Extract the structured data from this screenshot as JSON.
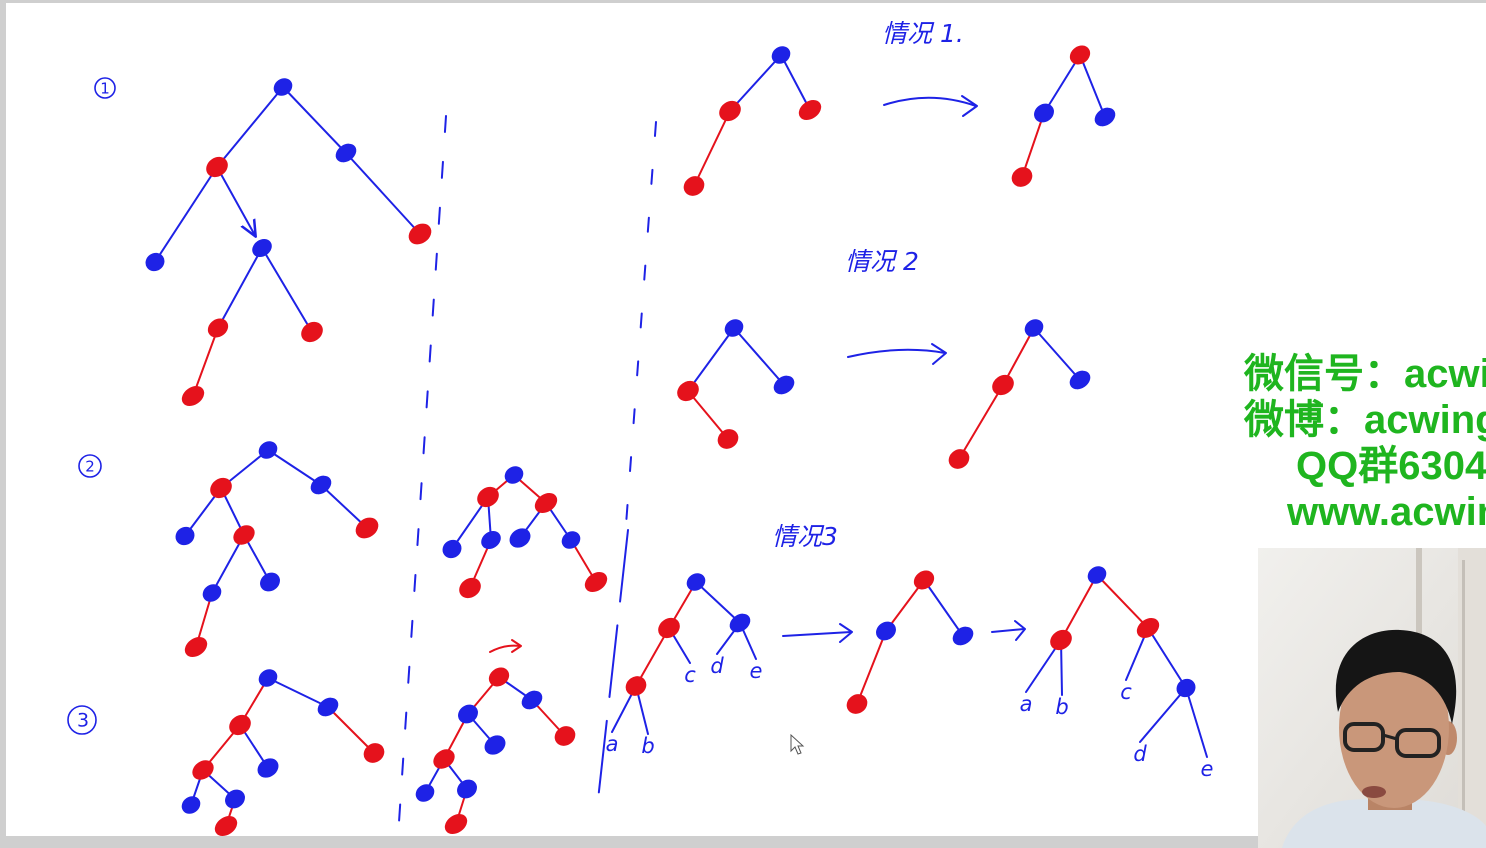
{
  "ink_colors": {
    "red": "#e5121c",
    "blue": "#1e22e6"
  },
  "section_marks": [
    {
      "number": "1"
    },
    {
      "number": "2"
    },
    {
      "number": "3"
    }
  ],
  "case_labels": [
    "情况 1.",
    "情况 2",
    "情况3"
  ],
  "watermark": {
    "color": "#1fb51f",
    "wechat": "微信号：acwi",
    "weibo": "微博：acwing",
    "qq": "QQ群6304",
    "website": "www.acwin"
  },
  "trees": [
    {
      "name": "example-1-before",
      "nodes": [
        {
          "id": "n1",
          "color": "blue"
        },
        {
          "id": "n2",
          "color": "red"
        },
        {
          "id": "n3",
          "color": "blue"
        },
        {
          "id": "n4",
          "color": "blue"
        },
        {
          "id": "n5",
          "color": "blue"
        },
        {
          "id": "n6",
          "color": "red"
        },
        {
          "id": "n7",
          "color": "red"
        },
        {
          "id": "n8",
          "color": "red"
        },
        {
          "id": "n9",
          "color": "red"
        }
      ],
      "edges": [
        {
          "from": "n1",
          "to": "n2",
          "color": "blue"
        },
        {
          "from": "n1",
          "to": "n3",
          "color": "blue"
        },
        {
          "from": "n2",
          "to": "n4",
          "color": "blue"
        },
        {
          "from": "n2",
          "to": "n5",
          "color": "blue",
          "arrow": true
        },
        {
          "from": "n3",
          "to": "n6",
          "color": "blue"
        },
        {
          "from": "n5",
          "to": "n7",
          "color": "blue"
        },
        {
          "from": "n5",
          "to": "n8",
          "color": "blue"
        },
        {
          "from": "n7",
          "to": "n9",
          "color": "red"
        }
      ]
    },
    {
      "name": "example-2-before",
      "nodes": [
        {
          "id": "n1",
          "color": "blue"
        },
        {
          "id": "n2",
          "color": "red"
        },
        {
          "id": "n3",
          "color": "blue"
        },
        {
          "id": "n4",
          "color": "blue"
        },
        {
          "id": "n5",
          "color": "red"
        },
        {
          "id": "n6",
          "color": "red"
        },
        {
          "id": "n7",
          "color": "blue"
        },
        {
          "id": "n8",
          "color": "blue"
        },
        {
          "id": "n9",
          "color": "red"
        }
      ],
      "edges": [
        {
          "from": "n1",
          "to": "n2",
          "color": "blue"
        },
        {
          "from": "n1",
          "to": "n3",
          "color": "blue"
        },
        {
          "from": "n2",
          "to": "n4",
          "color": "blue"
        },
        {
          "from": "n2",
          "to": "n5",
          "color": "blue"
        },
        {
          "from": "n3",
          "to": "n6",
          "color": "blue"
        },
        {
          "from": "n5",
          "to": "n7",
          "color": "blue"
        },
        {
          "from": "n5",
          "to": "n8",
          "color": "blue"
        },
        {
          "from": "n7",
          "to": "n9",
          "color": "red"
        }
      ]
    },
    {
      "name": "example-2-after",
      "nodes": [
        {
          "id": "n1",
          "color": "blue"
        },
        {
          "id": "n2",
          "color": "red"
        },
        {
          "id": "n3",
          "color": "red"
        },
        {
          "id": "n4",
          "color": "blue"
        },
        {
          "id": "n5",
          "color": "blue"
        },
        {
          "id": "n6",
          "color": "blue"
        },
        {
          "id": "n7",
          "color": "blue"
        },
        {
          "id": "n8",
          "color": "red"
        },
        {
          "id": "n9",
          "color": "red"
        }
      ],
      "edges": [
        {
          "from": "n1",
          "to": "n2",
          "color": "red"
        },
        {
          "from": "n1",
          "to": "n3",
          "color": "red"
        },
        {
          "from": "n2",
          "to": "n4",
          "color": "blue"
        },
        {
          "from": "n2",
          "to": "n5",
          "color": "blue"
        },
        {
          "from": "n3",
          "to": "n6",
          "color": "blue"
        },
        {
          "from": "n3",
          "to": "n7",
          "color": "blue"
        },
        {
          "from": "n5",
          "to": "n8",
          "color": "red"
        },
        {
          "from": "n7",
          "to": "n9",
          "color": "red"
        }
      ]
    },
    {
      "name": "example-3-before",
      "nodes": [
        {
          "id": "n1",
          "color": "blue"
        },
        {
          "id": "n2",
          "color": "red"
        },
        {
          "id": "n3",
          "color": "blue"
        },
        {
          "id": "n4",
          "color": "red"
        },
        {
          "id": "n5",
          "color": "red"
        },
        {
          "id": "n6",
          "color": "blue"
        },
        {
          "id": "n7",
          "color": "blue"
        },
        {
          "id": "n8",
          "color": "blue"
        },
        {
          "id": "n9",
          "color": "red"
        }
      ],
      "edges": [
        {
          "from": "n1",
          "to": "n2",
          "color": "red"
        },
        {
          "from": "n1",
          "to": "n3",
          "color": "blue"
        },
        {
          "from": "n3",
          "to": "n4",
          "color": "red"
        },
        {
          "from": "n2",
          "to": "n5",
          "color": "red"
        },
        {
          "from": "n2",
          "to": "n6",
          "color": "blue"
        },
        {
          "from": "n5",
          "to": "n7",
          "color": "blue"
        },
        {
          "from": "n5",
          "to": "n8",
          "color": "blue"
        },
        {
          "from": "n8",
          "to": "n9",
          "color": "red"
        }
      ]
    },
    {
      "name": "example-3-after",
      "nodes": [
        {
          "id": "n1",
          "color": "red"
        },
        {
          "id": "n2",
          "color": "blue"
        },
        {
          "id": "n3",
          "color": "blue"
        },
        {
          "id": "n4",
          "color": "red"
        },
        {
          "id": "n5",
          "color": "red"
        },
        {
          "id": "n6",
          "color": "blue"
        },
        {
          "id": "n7",
          "color": "blue"
        },
        {
          "id": "n8",
          "color": "blue"
        },
        {
          "id": "n9",
          "color": "red"
        }
      ],
      "edges": [
        {
          "from": "n1",
          "to": "n2",
          "color": "red"
        },
        {
          "from": "n1",
          "to": "n3",
          "color": "blue"
        },
        {
          "from": "n3",
          "to": "n4",
          "color": "red"
        },
        {
          "from": "n2",
          "to": "n5",
          "color": "red"
        },
        {
          "from": "n2",
          "to": "n6",
          "color": "blue"
        },
        {
          "from": "n5",
          "to": "n7",
          "color": "blue"
        },
        {
          "from": "n5",
          "to": "n8",
          "color": "blue"
        },
        {
          "from": "n8",
          "to": "n9",
          "color": "red"
        }
      ]
    },
    {
      "name": "case-1-before",
      "nodes": [
        {
          "id": "n1",
          "color": "blue"
        },
        {
          "id": "n2",
          "color": "red"
        },
        {
          "id": "n3",
          "color": "red"
        },
        {
          "id": "n4",
          "color": "red"
        }
      ],
      "edges": [
        {
          "from": "n1",
          "to": "n2",
          "color": "blue"
        },
        {
          "from": "n1",
          "to": "n3",
          "color": "blue"
        },
        {
          "from": "n2",
          "to": "n4",
          "color": "red"
        }
      ]
    },
    {
      "name": "case-1-after",
      "nodes": [
        {
          "id": "n1",
          "color": "red"
        },
        {
          "id": "n2",
          "color": "blue"
        },
        {
          "id": "n3",
          "color": "blue"
        },
        {
          "id": "n4",
          "color": "red"
        }
      ],
      "edges": [
        {
          "from": "n1",
          "to": "n2",
          "color": "blue"
        },
        {
          "from": "n1",
          "to": "n3",
          "color": "blue"
        },
        {
          "from": "n2",
          "to": "n4",
          "color": "red"
        }
      ]
    },
    {
      "name": "case-2-before",
      "nodes": [
        {
          "id": "n1",
          "color": "blue"
        },
        {
          "id": "n2",
          "color": "red"
        },
        {
          "id": "n3",
          "color": "blue"
        },
        {
          "id": "n4",
          "color": "red"
        }
      ],
      "edges": [
        {
          "from": "n1",
          "to": "n2",
          "color": "blue"
        },
        {
          "from": "n1",
          "to": "n3",
          "color": "blue"
        },
        {
          "from": "n2",
          "to": "n4",
          "color": "red"
        }
      ]
    },
    {
      "name": "case-2-after",
      "nodes": [
        {
          "id": "n1",
          "color": "blue"
        },
        {
          "id": "n2",
          "color": "red"
        },
        {
          "id": "n3",
          "color": "blue"
        },
        {
          "id": "n4",
          "color": "red"
        }
      ],
      "edges": [
        {
          "from": "n1",
          "to": "n2",
          "color": "red"
        },
        {
          "from": "n1",
          "to": "n3",
          "color": "blue"
        },
        {
          "from": "n2",
          "to": "n4",
          "color": "red"
        }
      ]
    },
    {
      "name": "case-3-before",
      "nodes": [
        {
          "id": "n1",
          "color": "blue"
        },
        {
          "id": "n2",
          "color": "red"
        },
        {
          "id": "n3",
          "color": "blue"
        },
        {
          "id": "n4",
          "color": "red"
        },
        {
          "id": "la",
          "label": "a"
        },
        {
          "id": "lb",
          "label": "b"
        },
        {
          "id": "lc",
          "label": "c"
        },
        {
          "id": "ld",
          "label": "d"
        },
        {
          "id": "le",
          "label": "e"
        }
      ],
      "edges": [
        {
          "from": "n1",
          "to": "n2",
          "color": "red"
        },
        {
          "from": "n1",
          "to": "n3",
          "color": "blue"
        },
        {
          "from": "n2",
          "to": "n4",
          "color": "red"
        },
        {
          "from": "n2",
          "to": "lc",
          "color": "blue"
        },
        {
          "from": "n3",
          "to": "ld",
          "color": "blue"
        },
        {
          "from": "n3",
          "to": "le",
          "color": "blue"
        },
        {
          "from": "n4",
          "to": "la",
          "color": "blue"
        },
        {
          "from": "n4",
          "to": "lb",
          "color": "blue"
        }
      ]
    },
    {
      "name": "case-3-middle",
      "nodes": [
        {
          "id": "n1",
          "color": "red"
        },
        {
          "id": "n2",
          "color": "blue"
        },
        {
          "id": "n3",
          "color": "blue"
        },
        {
          "id": "n4",
          "color": "red"
        }
      ],
      "edges": [
        {
          "from": "n1",
          "to": "n2",
          "color": "red"
        },
        {
          "from": "n1",
          "to": "n3",
          "color": "blue"
        },
        {
          "from": "n2",
          "to": "n4",
          "color": "red"
        }
      ]
    },
    {
      "name": "case-3-after",
      "nodes": [
        {
          "id": "n1",
          "color": "blue"
        },
        {
          "id": "n2",
          "color": "red"
        },
        {
          "id": "n3",
          "color": "red"
        },
        {
          "id": "n4",
          "color": "blue"
        },
        {
          "id": "la",
          "label": "a"
        },
        {
          "id": "lb",
          "label": "b"
        },
        {
          "id": "lc",
          "label": "c"
        },
        {
          "id": "ld",
          "label": "d"
        },
        {
          "id": "le",
          "label": "e"
        }
      ],
      "edges": [
        {
          "from": "n1",
          "to": "n2",
          "color": "red"
        },
        {
          "from": "n1",
          "to": "n3",
          "color": "red"
        },
        {
          "from": "n2",
          "to": "la",
          "color": "blue"
        },
        {
          "from": "n2",
          "to": "lb",
          "color": "blue"
        },
        {
          "from": "n3",
          "to": "lc",
          "color": "blue"
        },
        {
          "from": "n3",
          "to": "n4",
          "color": "blue"
        },
        {
          "from": "n4",
          "to": "ld",
          "color": "blue"
        },
        {
          "from": "n4",
          "to": "le",
          "color": "blue"
        }
      ]
    }
  ]
}
